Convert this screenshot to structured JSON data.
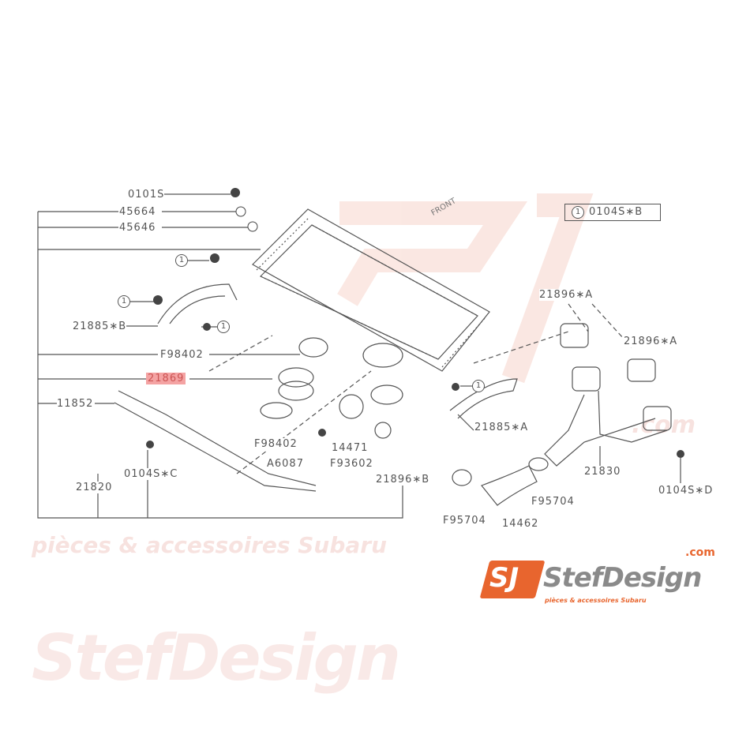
{
  "parts": {
    "p0101s": "0101S",
    "p45664": "45664",
    "p45646": "45646",
    "p21885b": "21885∗B",
    "f98402a": "F98402",
    "p21869": "21869",
    "p11852": "11852",
    "f98402b": "F98402",
    "a6087": "A6087",
    "p14471": "14471",
    "f93602": "F93602",
    "p0104sc": "0104S∗C",
    "p21820": "21820",
    "p21896b": "21896∗B",
    "f95704a": "F95704",
    "p14462": "14462",
    "f95704b": "F95704",
    "p21830": "21830",
    "p0104sd": "0104S∗D",
    "p21885a": "21885∗A",
    "p21896a1": "21896∗A",
    "p21896a2": "21896∗A"
  },
  "callout_ref": "1",
  "legend": {
    "ref": "1",
    "part": "0104S∗B"
  },
  "front_label": "FRONT",
  "watermark": {
    "name": "StefDesign",
    "tagline": "pièces & accessoires Subaru",
    ".com": ".com"
  },
  "logo": {
    "mark": "SJ",
    "name": "StefDesign",
    "domain": ".com",
    "tagline": "pièces & accessoires Subaru"
  },
  "colors": {
    "line": "#555555",
    "highlight": "#f4a3a3",
    "brand": "#e8652e"
  }
}
